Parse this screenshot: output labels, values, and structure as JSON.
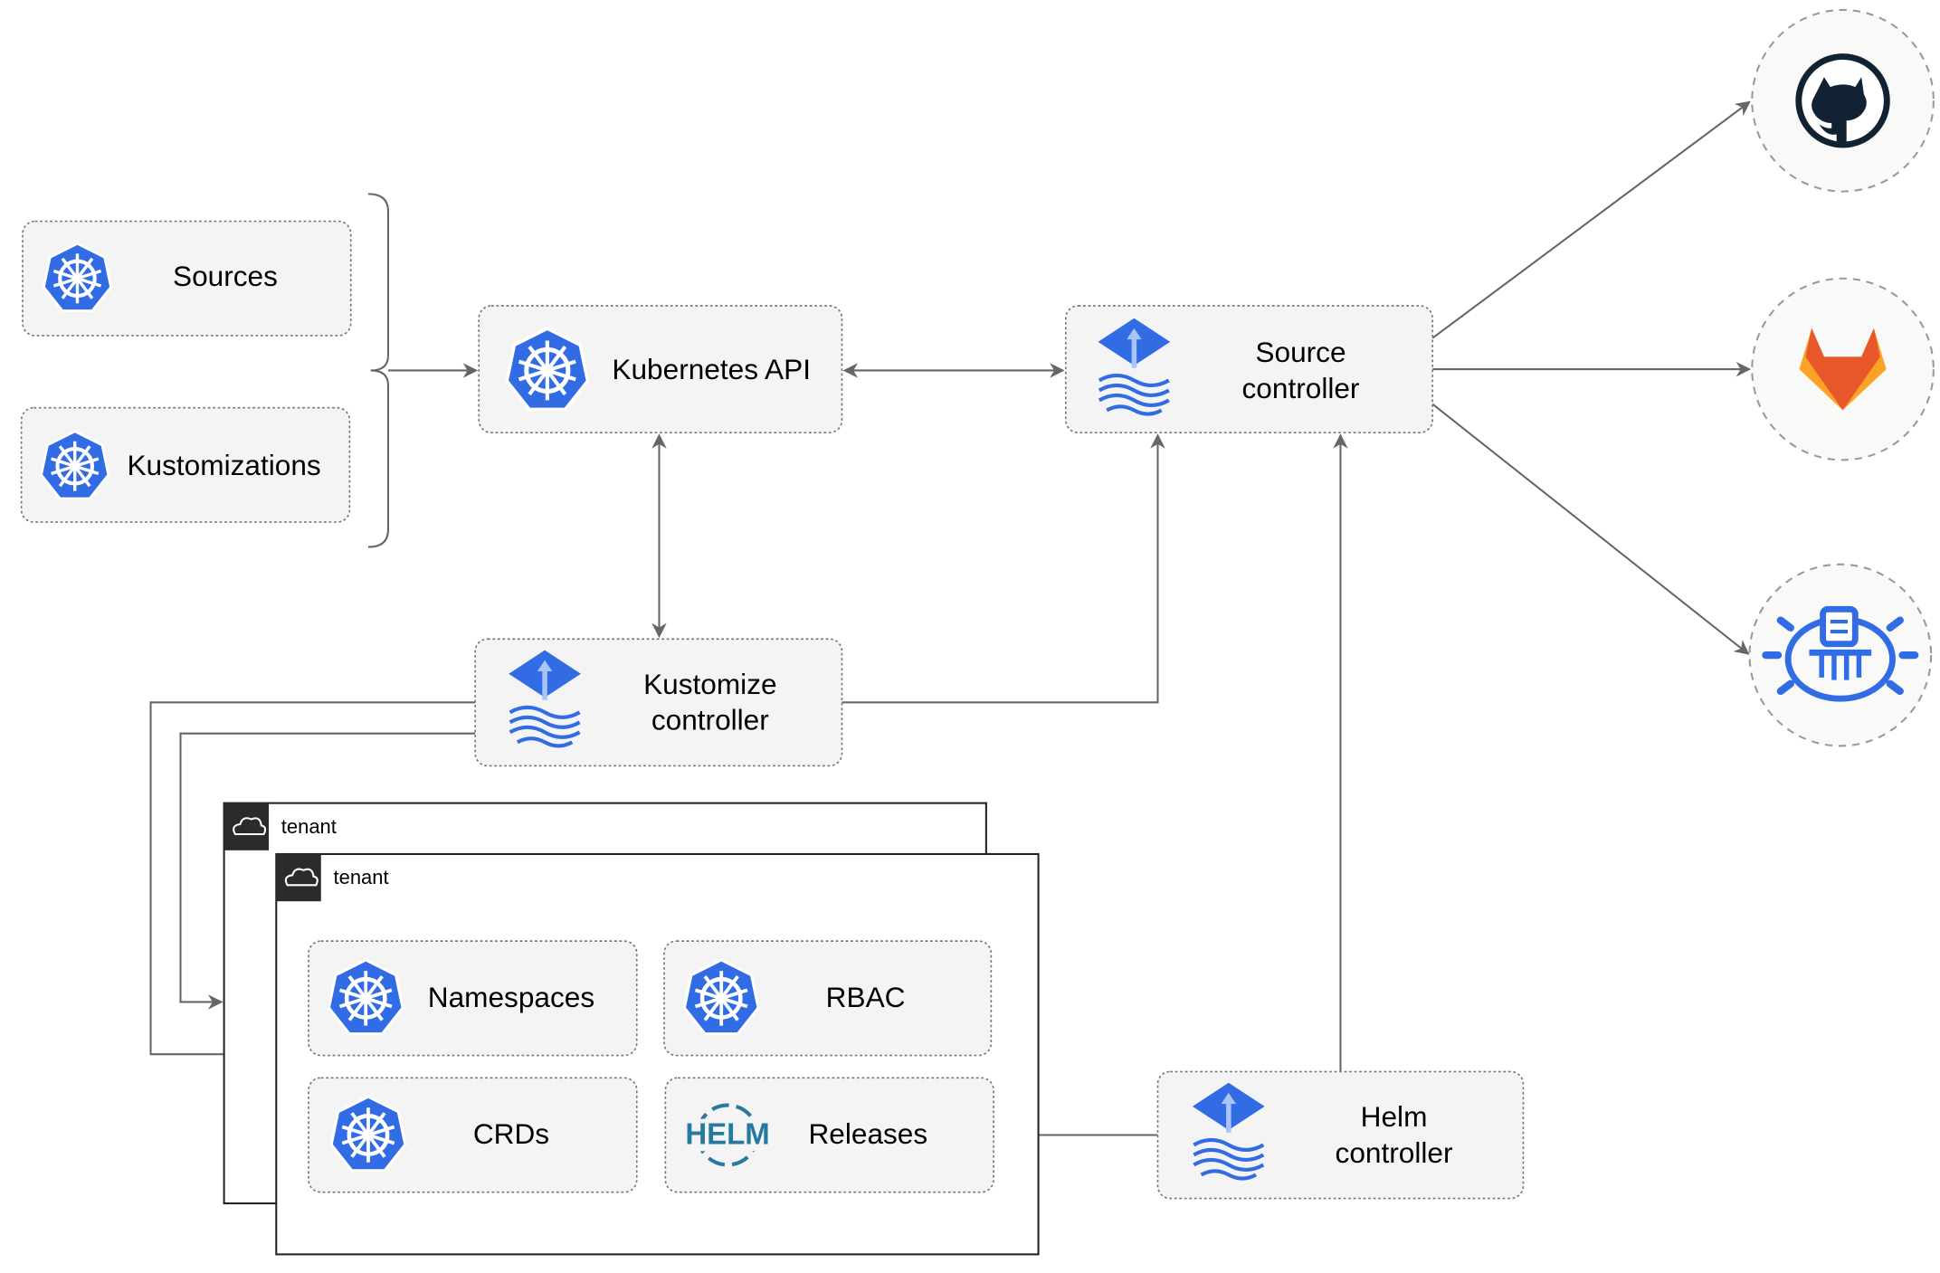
{
  "nodes": {
    "sources": "Sources",
    "kustomizations": "Kustomizations",
    "kubernetes_api": "Kubernetes API",
    "source_controller": [
      "Source",
      "controller"
    ],
    "kustomize_controller": [
      "Kustomize",
      "controller"
    ],
    "helm_controller": [
      "Helm",
      "controller"
    ],
    "namespaces": "Namespaces",
    "rbac": "RBAC",
    "crds": "CRDs",
    "releases": "Releases",
    "helm_logo_text": "HELM"
  },
  "tenants": [
    "tenant",
    "tenant"
  ],
  "external": [
    "github-icon",
    "gitlab-icon",
    "bucket-icon"
  ],
  "colors": {
    "kubernetes_blue": "#326ce5",
    "gitlab_orange": "#e8572a",
    "github_dark": "#112233",
    "helm_blue": "#277a9f"
  }
}
